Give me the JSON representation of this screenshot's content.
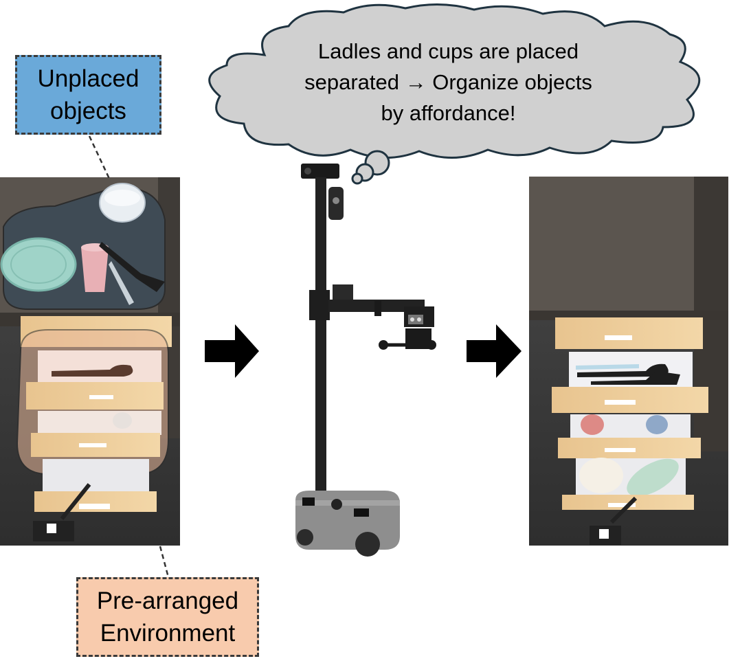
{
  "labels": {
    "unplaced_objects": [
      "Unplaced",
      "objects"
    ],
    "pre_arranged_environment": [
      "Pre-arranged",
      "Environment"
    ]
  },
  "thought": {
    "lines": [
      "Ladles and cups are placed",
      "separated → Organize objects",
      "by affordance!"
    ]
  },
  "colors": {
    "unplaced_box": "#6aa9d9",
    "environment_box": "#f8cbad",
    "thought_cloud": "#d0d0d0",
    "arrow": "#000000"
  }
}
